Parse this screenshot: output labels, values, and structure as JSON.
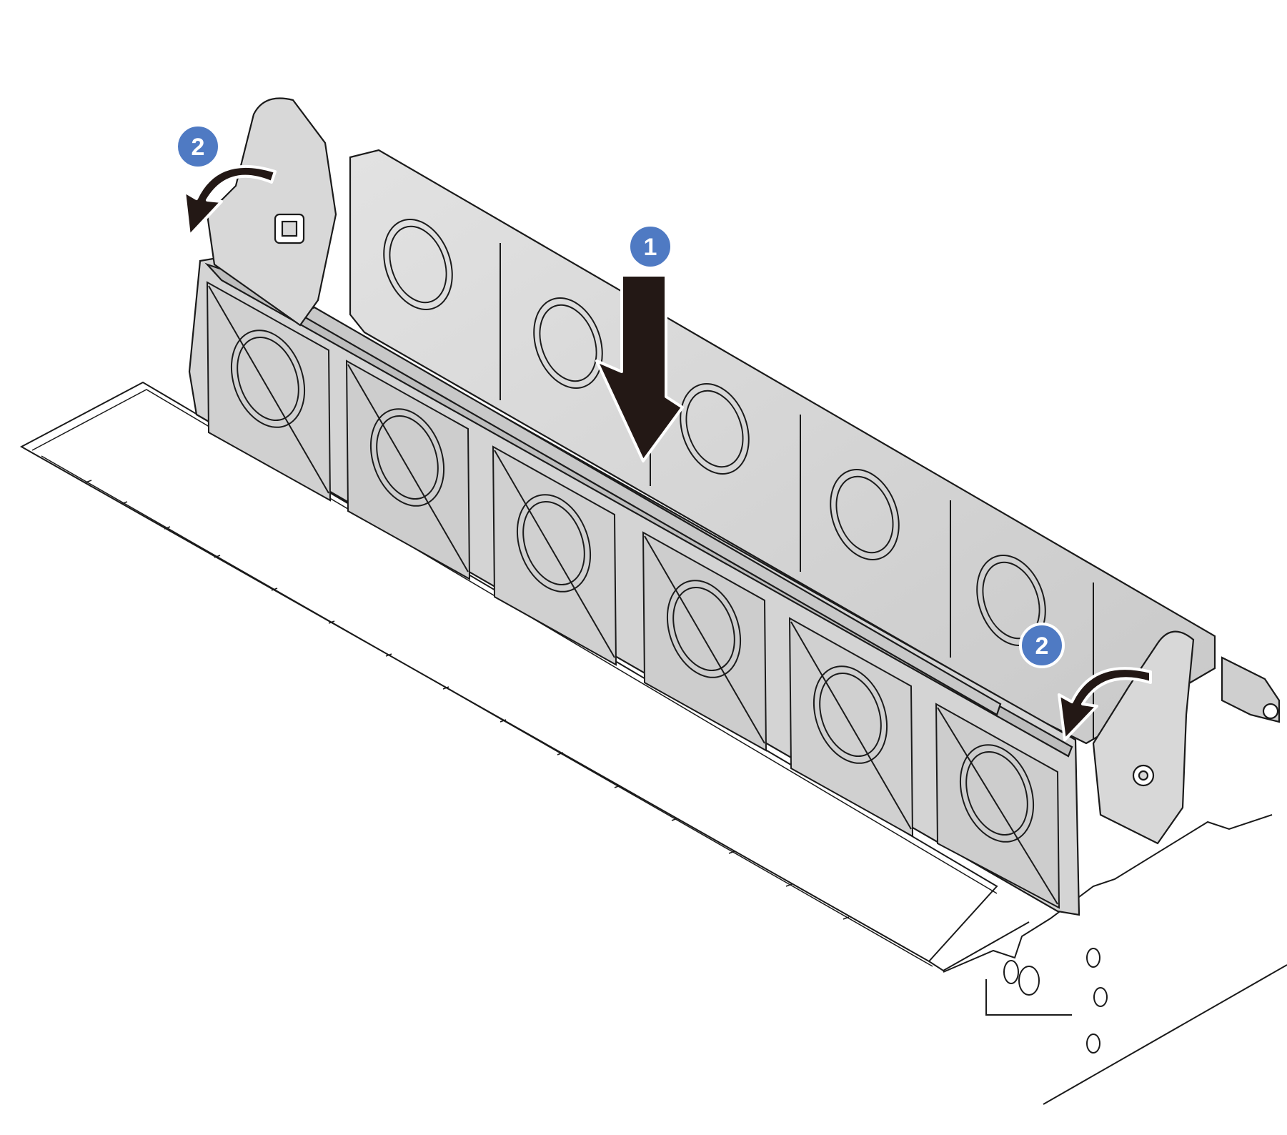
{
  "callouts": [
    {
      "id": "step-1",
      "label": "1"
    },
    {
      "id": "step-2-left",
      "label": "2"
    },
    {
      "id": "step-2-right",
      "label": "2"
    }
  ],
  "colors": {
    "callout_fill": "#4f7ac3",
    "callout_outline": "#ffffff",
    "arrow": "#231815",
    "cage_fill": "#d6d6d6",
    "cage_shade": "#c4c4c4",
    "line": "#1a1a1a",
    "board_fill": "#ffffff"
  },
  "icons": {
    "push_down": "arrow-down-icon",
    "latch_rotate": "curved-arrow-icon"
  }
}
